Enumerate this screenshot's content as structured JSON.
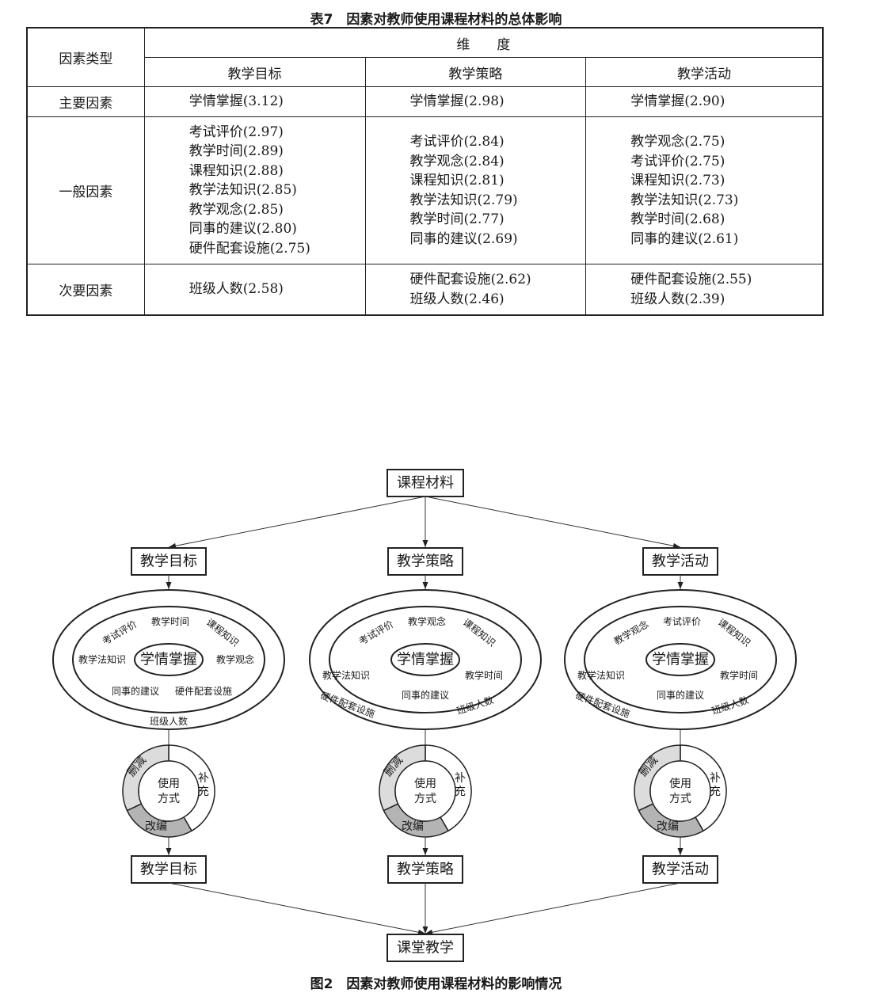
{
  "table": {
    "caption": "表7　因素对教师使用课程材料的总体影响",
    "header": {
      "factor_type": "因素类型",
      "dimension": "维　　度",
      "dims": [
        "教学目标",
        "教学策略",
        "教学活动"
      ]
    },
    "rows": [
      {
        "type": "主要因素",
        "cells": [
          [
            "学情掌握(3.12)"
          ],
          [
            "学情掌握(2.98)"
          ],
          [
            "学情掌握(2.90)"
          ]
        ]
      },
      {
        "type": "一般因素",
        "cells": [
          [
            "考试评价(2.97)",
            "教学时间(2.89)",
            "课程知识(2.88)",
            "教学法知识(2.85)",
            "教学观念(2.85)",
            "同事的建议(2.80)",
            "硬件配套设施(2.75)"
          ],
          [
            "考试评价(2.84)",
            "教学观念(2.84)",
            "课程知识(2.81)",
            "教学法知识(2.79)",
            "教学时间(2.77)",
            "同事的建议(2.69)"
          ],
          [
            "教学观念(2.75)",
            "考试评价(2.75)",
            "课程知识(2.73)",
            "教学法知识(2.73)",
            "教学时间(2.68)",
            "同事的建议(2.61)"
          ]
        ]
      },
      {
        "type": "次要因素",
        "cells": [
          [
            "班级人数(2.58)"
          ],
          [
            "硬件配套设施(2.62)",
            "班级人数(2.46)"
          ],
          [
            "硬件配套设施(2.55)",
            "班级人数(2.39)"
          ]
        ]
      }
    ]
  },
  "figure": {
    "caption": "图2　因素对教师使用课程材料的影响情况",
    "top_box": "课程材料",
    "bottom_box": "课堂教学",
    "branches": [
      {
        "label": "教学目标",
        "center": "学情掌握",
        "middle_ring": [
          "考试评价",
          "教学时间",
          "课程知识",
          "教学法知识",
          "教学观念",
          "同事的建议",
          "硬件配套设施"
        ],
        "outer_ring": [
          "班级人数"
        ]
      },
      {
        "label": "教学策略",
        "center": "学情掌握",
        "middle_ring": [
          "考试评价",
          "教学观念",
          "课程知识",
          "教学法知识",
          "教学时间",
          "同事的建议"
        ],
        "outer_ring": [
          "硬件配套设施",
          "班级人数"
        ]
      },
      {
        "label": "教学活动",
        "center": "学情掌握",
        "middle_ring": [
          "教学观念",
          "考试评价",
          "课程知识",
          "教学法知识",
          "教学时间",
          "同事的建议"
        ],
        "outer_ring": [
          "硬件配套设施",
          "班级人数"
        ]
      }
    ],
    "usage_wheel": {
      "center_lines": [
        "使用",
        "方式"
      ],
      "segments": [
        "删减",
        "补充",
        "改编"
      ]
    },
    "colors": {
      "delete_segment": "#dcdcdc",
      "adapt_segment": "#b4b4b4",
      "supplement_segment": "#ffffff"
    }
  }
}
